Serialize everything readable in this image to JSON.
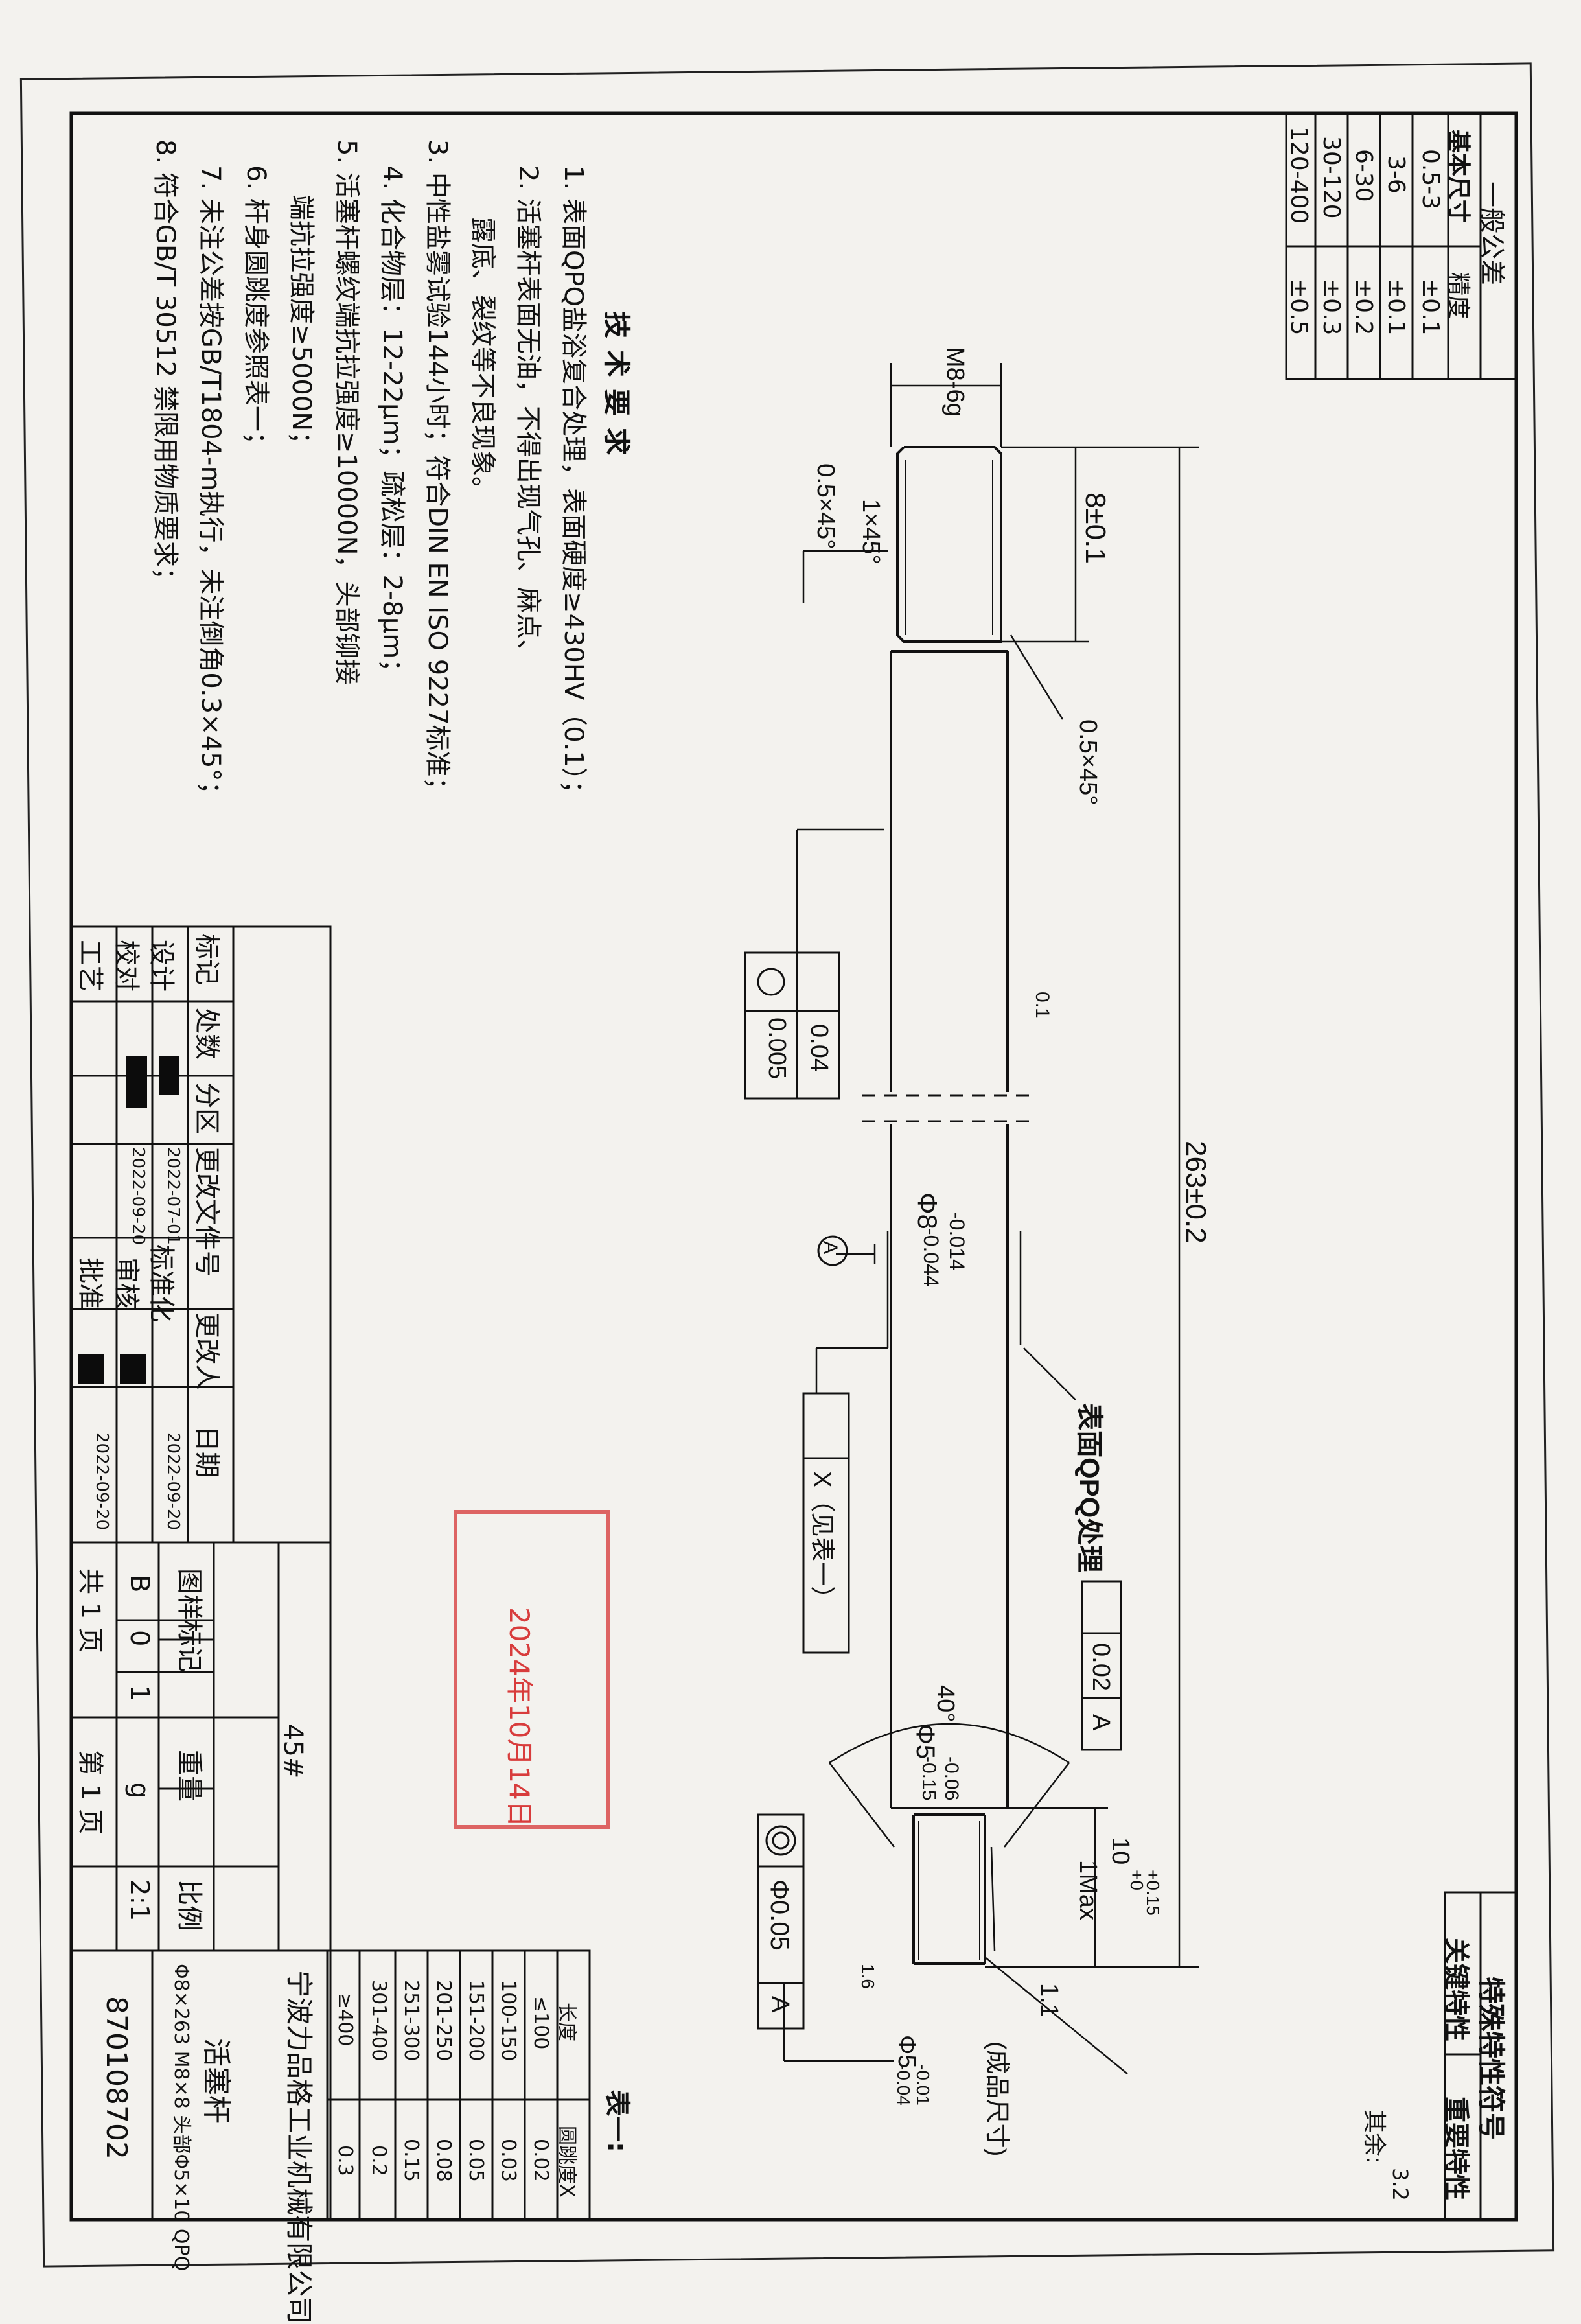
{
  "general_tolerance": {
    "title": "一般公差",
    "headers": [
      "基本尺寸",
      "精度"
    ],
    "rows": [
      [
        "0.5-3",
        "±0.1"
      ],
      [
        "3-6",
        "±0.1"
      ],
      [
        "6-30",
        "±0.2"
      ],
      [
        "30-120",
        "±0.3"
      ],
      [
        "120-400",
        "±0.5"
      ]
    ]
  },
  "tech_requirements": {
    "title": "技术要求",
    "items": [
      "1. 表面QPQ盐浴复合处理，表面硬度≥430HV（0.1）；",
      "2. 活塞杆表面无油，不得出现气孔、麻点、",
      "露底、裂纹等不良现象。",
      "3. 中性盐雾试验144小时；符合DIN EN ISO 9227标准；",
      "4. 化合物层：12-22μm；疏松层：2-8μm；",
      "5. 活塞杆螺纹端抗拉强度≥10000N，头部铆接",
      "端抗拉强度≥5000N；",
      "6. 杆身圆跳度参照表一；",
      "7. 未注公差按GB/T1804-m执行，未注倒角0.3×45°；",
      "8. 符合GB/T 30512 禁限用物质要求；"
    ]
  },
  "dimensions": {
    "thread": "M8-6g",
    "thread_length": "8±0.1",
    "chamfer_thread": "1×45°",
    "chamfer_thread2": "0.5×45°",
    "chamfer_shoulder": "0.5×45°",
    "overall_length": "263±0.2",
    "rod_dia_main": "Φ8",
    "rod_dia_upper": "-0.014",
    "rod_dia_lower": "-0.044",
    "surface_treatment": "表面QPQ处理",
    "runout_note": "X（见表一）",
    "cylindricity_value": "0.04",
    "roundness_value": "0.005",
    "roughness_main": "0.1",
    "datum": "A",
    "perpendicularity_value": "0.02",
    "perpendicularity_datum": "A",
    "angle": "40°",
    "head_dia_main": "Φ5",
    "head_dia_upper": "-0.06",
    "head_dia_lower": "-0.15",
    "head_length": "10",
    "head_length_upper": "+0.15",
    "head_length_lower": "+0",
    "max_note": "1Max",
    "concentricity_value": "Φ0.05",
    "concentricity_datum": "A",
    "roughness_tip": "1.6",
    "tip_length": "1.1",
    "tip_note": "(成品尺寸)",
    "tip_dia_main": "Φ5",
    "tip_dia_upper": "-0.01",
    "tip_dia_lower": "-0.04"
  },
  "feature_symbols": {
    "title": "特殊特性符号",
    "key": "关键特性",
    "important": "重要特性"
  },
  "remaining_roughness": {
    "label": "其余:",
    "value": "3.2"
  },
  "table_one": {
    "title": "表一:",
    "headers": [
      "长度",
      "圆跳度X"
    ],
    "rows": [
      [
        "≤100",
        "0.02"
      ],
      [
        "100-150",
        "0.03"
      ],
      [
        "151-200",
        "0.05"
      ],
      [
        "201-250",
        "0.08"
      ],
      [
        "251-300",
        "0.15"
      ],
      [
        "301-400",
        "0.2"
      ],
      [
        "≥400",
        "0.3"
      ]
    ]
  },
  "title_block": {
    "revision_headers": [
      "标记",
      "处数",
      "分区",
      "更改文件号",
      "更改人",
      "日期"
    ],
    "roles": [
      "设计",
      "校对",
      "工艺"
    ],
    "approval_roles": [
      "标准化",
      "审核",
      "批准"
    ],
    "dates": [
      "2022-07-01",
      "2022-09-20",
      "2022-09-20",
      "2022-09-20"
    ],
    "material": "45#",
    "mark_label": "图样标记",
    "mark_values": [
      "B",
      "0",
      "1"
    ],
    "weight_label": "重量",
    "weight_value": "g",
    "scale_label": "比例",
    "scale_value": "2:1",
    "sheets_total": "共 1 页",
    "sheet_no": "第 1 页",
    "company": "宁波力品格工业机械有限公司",
    "part_name": "活塞杆",
    "part_spec": "Φ8×263 M8×8 头部Φ5×10 QPQ",
    "drawing_no": "870108702"
  },
  "stamp": {
    "date": "2024年10月14日"
  }
}
